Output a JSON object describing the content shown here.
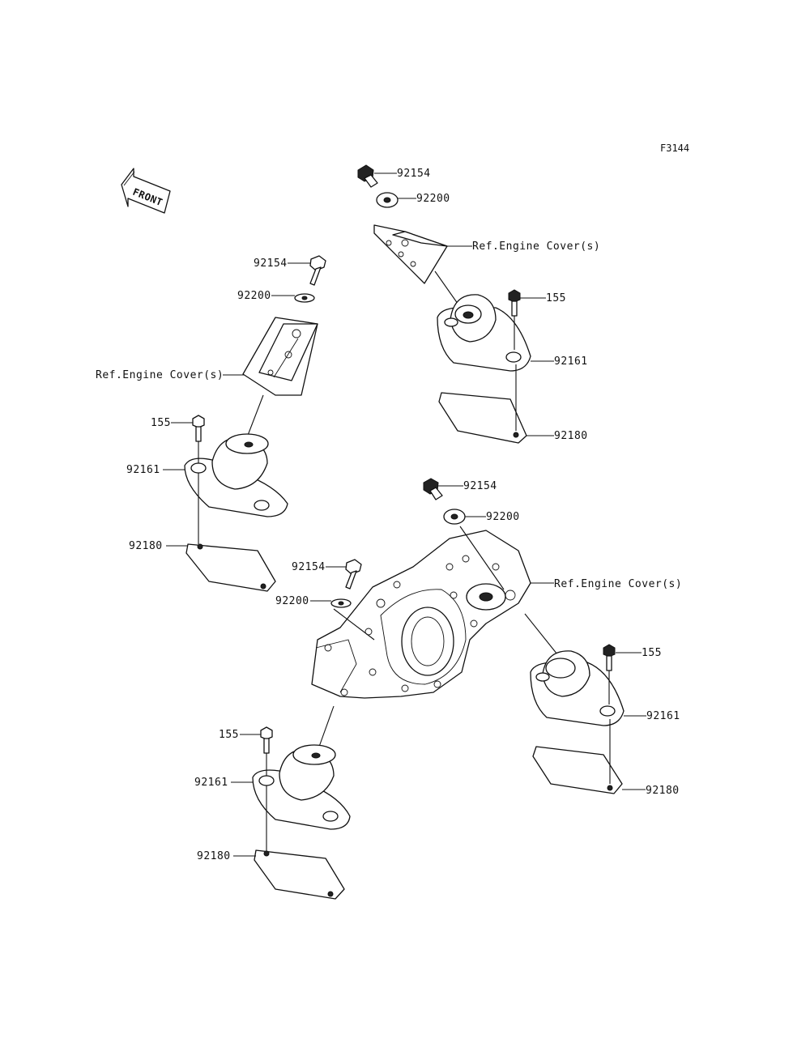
{
  "diagram_code": "F3144",
  "front_label": "FRONT",
  "callouts": [
    {
      "id": "c1",
      "text": "92154"
    },
    {
      "id": "c2",
      "text": "92200"
    },
    {
      "id": "c3",
      "text": "Ref.Engine Cover(s)"
    },
    {
      "id": "c4",
      "text": "155"
    },
    {
      "id": "c5",
      "text": "92161"
    },
    {
      "id": "c6",
      "text": "92180"
    },
    {
      "id": "c7",
      "text": "92154"
    },
    {
      "id": "c8",
      "text": "92200"
    },
    {
      "id": "c9",
      "text": "Ref.Engine Cover(s)"
    },
    {
      "id": "c10",
      "text": "155"
    },
    {
      "id": "c11",
      "text": "92161"
    },
    {
      "id": "c12",
      "text": "92180"
    },
    {
      "id": "c13",
      "text": "92154"
    },
    {
      "id": "c14",
      "text": "92200"
    },
    {
      "id": "c15",
      "text": "Ref.Engine Cover(s)"
    },
    {
      "id": "c16",
      "text": "155"
    },
    {
      "id": "c17",
      "text": "92161"
    },
    {
      "id": "c18",
      "text": "92180"
    },
    {
      "id": "c19",
      "text": "92154"
    },
    {
      "id": "c20",
      "text": "92200"
    },
    {
      "id": "c21",
      "text": "155"
    },
    {
      "id": "c22",
      "text": "92161"
    },
    {
      "id": "c23",
      "text": "92180"
    }
  ]
}
